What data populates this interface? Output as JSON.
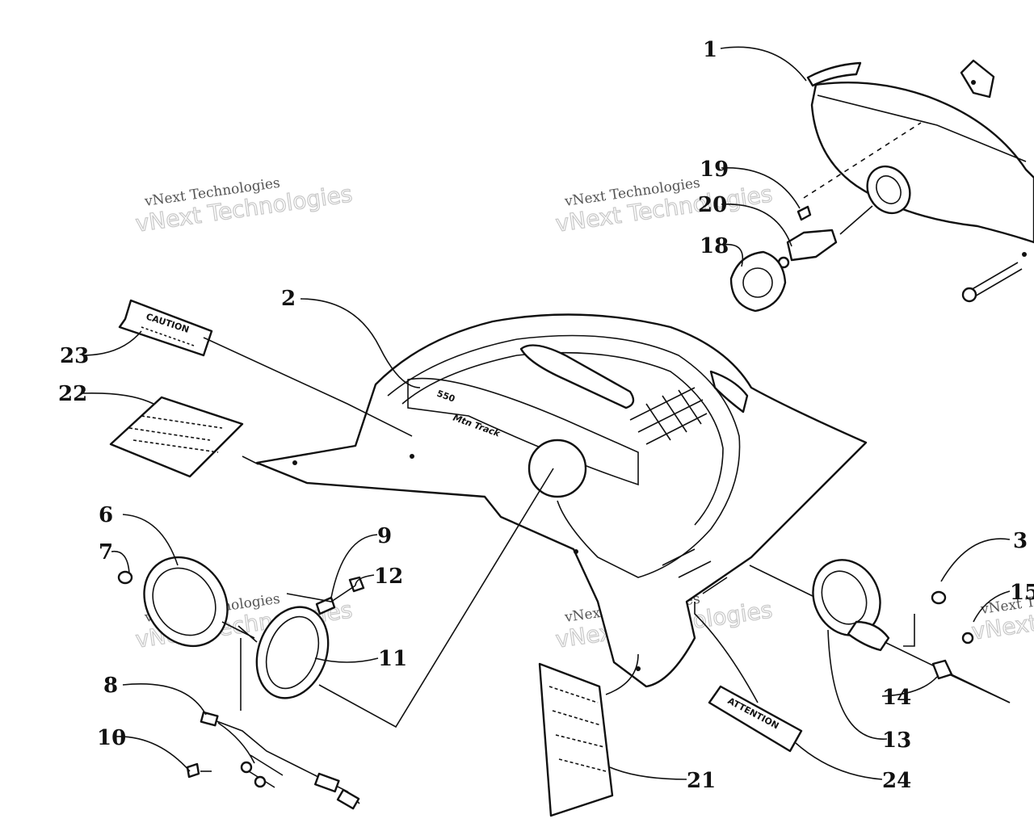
{
  "callouts": {
    "c1": "1",
    "c2": "2",
    "c3": "3",
    "c6": "6",
    "c7": "7",
    "c8": "8",
    "c9": "9",
    "c10": "10",
    "c11": "11",
    "c12": "12",
    "c13": "13",
    "c14": "14",
    "c15": "15",
    "c18": "18",
    "c19": "19",
    "c20": "20",
    "c21": "21",
    "c22": "22",
    "c23": "23",
    "c24": "24"
  },
  "labels": {
    "caution": "CAUTION",
    "attention": "ATTENTION",
    "hood_model": "550",
    "hood_script": "Mtn Track"
  },
  "watermark": {
    "line1": "vNext Technologies",
    "line2": "vNext Technologies"
  }
}
